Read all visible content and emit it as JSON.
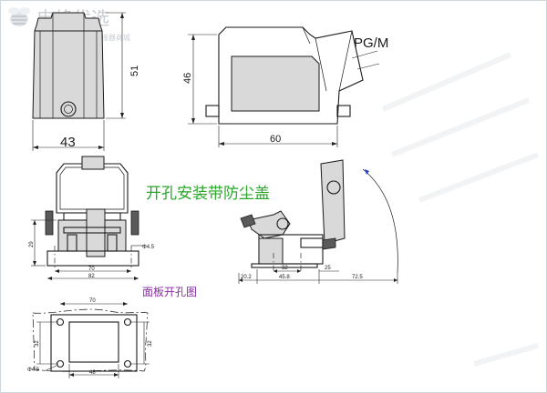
{
  "watermark": {
    "brand": "电蜂优选",
    "tagline": "原厂直采电子连接器商城"
  },
  "callouts": {
    "cover_feature": "开孔安装带防尘盖",
    "panel_cutout": "面板开孔图"
  },
  "cable_entry": "PG/M",
  "dimensions": {
    "front_width": "43",
    "front_height": "51",
    "side_height": "46",
    "side_length": "60",
    "base_height": "29",
    "base_inner": "70",
    "base_outer": "82",
    "hole_dia_base": "Φ4.5",
    "open_32": "32",
    "open_25": "25",
    "open_20_2": "20.2",
    "open_45_8": "45.8",
    "open_72_5": "72.5",
    "cut_width": "70",
    "cut_height_left": "32",
    "cut_height_right": "32",
    "cut_inner": "48",
    "cut_hole": "Φ4.5"
  }
}
